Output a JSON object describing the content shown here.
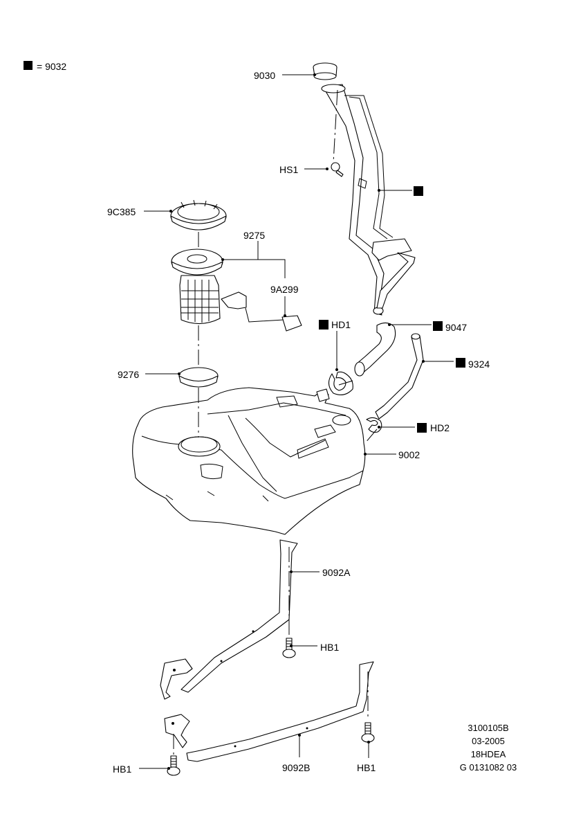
{
  "legend": {
    "symbol": "filled-square",
    "text": "= 9032"
  },
  "callouts": {
    "c9030": "9030",
    "hs1": "HS1",
    "c9c385": "9C385",
    "c9275": "9275",
    "c9a299": "9A299",
    "hd1": "HD1",
    "c9047": "9047",
    "c9324": "9324",
    "c9276": "9276",
    "hd2": "HD2",
    "c9002": "9002",
    "c9092a": "9092A",
    "hb1_upper": "HB1",
    "hb1_left": "HB1",
    "hb1_right": "HB1",
    "c9092b": "9092B"
  },
  "footer": {
    "line1": "3100105B",
    "line2": "03-2005",
    "line3": "18HDEA",
    "line4": "G 0131082 03"
  },
  "colors": {
    "ink": "#000000",
    "background": "#ffffff"
  }
}
